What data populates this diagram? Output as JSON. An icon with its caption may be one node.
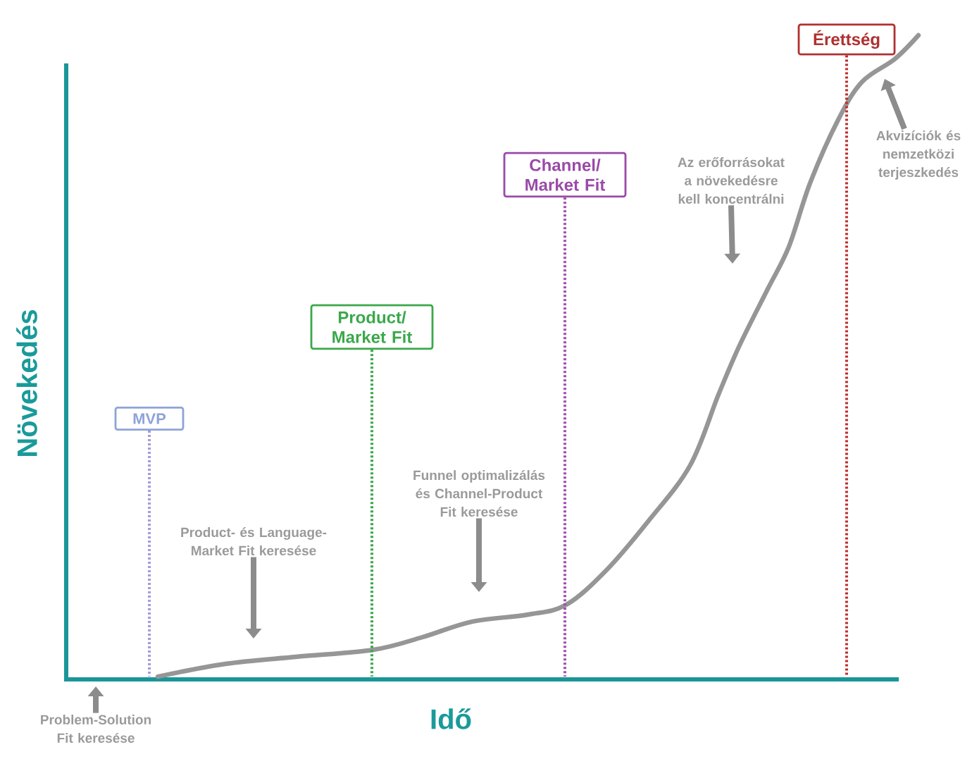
{
  "diagram": {
    "nodes": [
      {
        "text": [
          "MVP"
        ]
      },
      {
        "text": [
          "Product/ Market Fit"
        ]
      },
      {
        "text": [
          "Channel/ Market Fit"
        ]
      },
      {
        "text": [
          "Érettség"
        ]
      },
      {
        "text": [
          "Product- és Language-Market Fit keresése"
        ]
      },
      {
        "text": [
          "Funnel optimalizálás és Channel-Product Fit keresése"
        ]
      },
      {
        "text": [
          "Az erőforrásokat a növekedésre kell koncentrálni"
        ]
      },
      {
        "text": [
          "Akvizíciók és nemzetközi terjeszkedés"
        ]
      },
      {
        "text": [
          "Problem-Solution Fit keresése"
        ]
      }
    ],
    "edges": [
      {
        "from": 0,
        "to": null,
        "arrow": "none",
        "style": "dashed",
        "color": "#a99ad8"
      },
      {
        "from": 1,
        "to": null,
        "arrow": "none",
        "style": "dashed",
        "color": "#3aa84a"
      },
      {
        "from": 2,
        "to": null,
        "arrow": "none",
        "style": "dashed",
        "color": "#a050b0"
      },
      {
        "from": 3,
        "to": null,
        "arrow": "none",
        "style": "dashed",
        "color": "#c03030"
      },
      {
        "from": 4,
        "to": null,
        "arrow": "to"
      },
      {
        "from": 5,
        "to": null,
        "arrow": "to"
      },
      {
        "from": 6,
        "to": null,
        "arrow": "to"
      },
      {
        "from": 7,
        "to": null,
        "arrow": "to"
      },
      {
        "from": 8,
        "to": null,
        "arrow": "to"
      }
    ],
    "labels": [
      "Növekedés",
      "Idő"
    ]
  }
}
